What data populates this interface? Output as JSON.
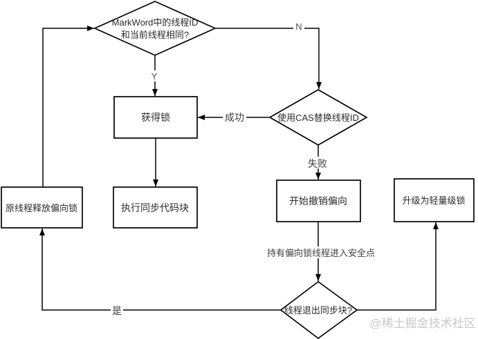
{
  "colors": {
    "background": "#ffffff",
    "line": "#000000",
    "text": "#2b2b2b",
    "watermark": "#c8c8c8"
  },
  "nodes": {
    "markword_check": {
      "type": "decision",
      "line1": "MarkWord中的线程ID",
      "line2": "和当前线程相同?"
    },
    "acquire_lock": {
      "type": "process",
      "label": "获得锁"
    },
    "cas_replace": {
      "type": "decision",
      "label": "使用CAS替换线程ID"
    },
    "exec_sync": {
      "type": "process",
      "label": "执行同步代码块"
    },
    "revoke_bias": {
      "type": "process",
      "label": "开始撤销偏向"
    },
    "release_bias": {
      "type": "process",
      "label": "原线程释放偏向锁"
    },
    "upgrade_lightweight": {
      "type": "process",
      "label": "升级为轻量级锁"
    },
    "exit_sync_check": {
      "type": "decision",
      "label": "线程退出同步块?"
    }
  },
  "edge_labels": {
    "yes_short": "Y",
    "no_short": "N",
    "success": "成功",
    "fail": "失败",
    "safepoint": "持有偏向锁线程进入安全点",
    "yes_cn": "是"
  },
  "watermark": "@稀土掘金技术社区"
}
